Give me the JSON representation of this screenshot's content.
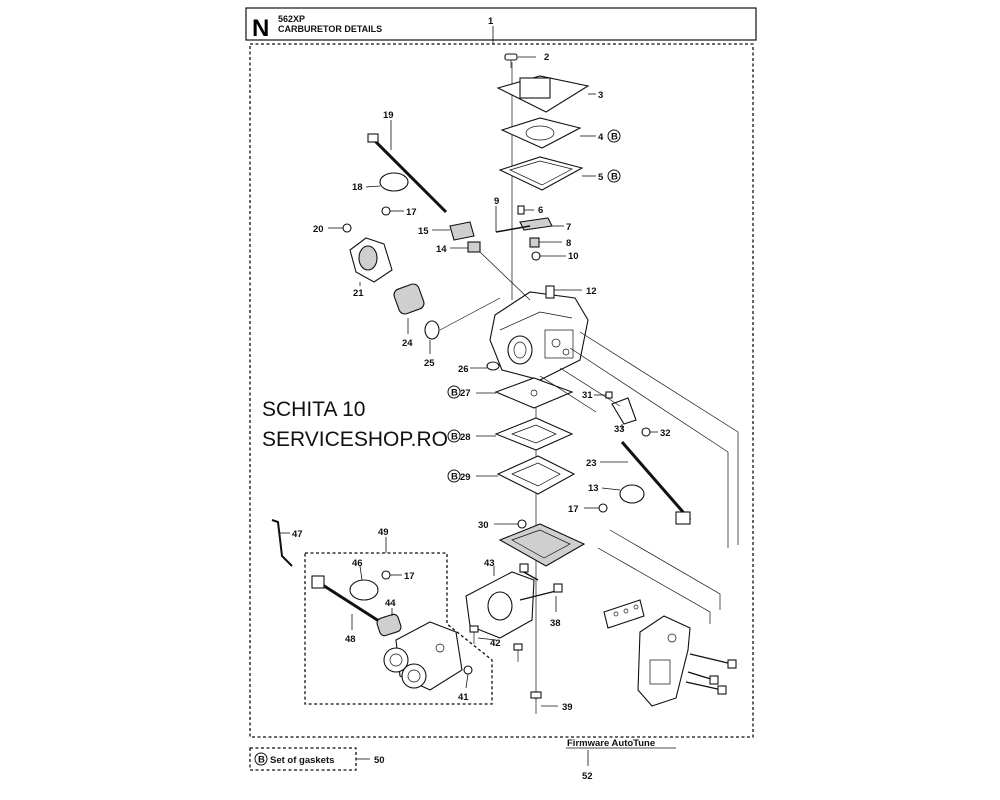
{
  "header": {
    "section_letter": "N",
    "model": "562XP",
    "title": "CARBURETOR DETAILS"
  },
  "watermark": {
    "line1": "SCHITA 10",
    "line2": "SERVICESHOP.RO"
  },
  "legend": {
    "badge": "B",
    "text": "Set of gaskets",
    "ref": "50"
  },
  "firmware": {
    "label": "Firmware AutoTune",
    "ref": "52"
  },
  "callouts": {
    "c1": "1",
    "c2": "2",
    "c3": "3",
    "c4": "4",
    "c5": "5",
    "c6": "6",
    "c7": "7",
    "c8": "8",
    "c9": "9",
    "c10": "10",
    "c12": "12",
    "c13": "13",
    "c14": "14",
    "c15": "15",
    "c17a": "17",
    "c17b": "17",
    "c17c": "17",
    "c18": "18",
    "c19": "19",
    "c20": "20",
    "c21": "21",
    "c23": "23",
    "c24": "24",
    "c25": "25",
    "c26": "26",
    "c27": "27",
    "c28": "28",
    "c29": "29",
    "c30": "30",
    "c31": "31",
    "c32": "32",
    "c33": "33",
    "c38": "38",
    "c39": "39",
    "c41": "41",
    "c42": "42",
    "c43": "43",
    "c44": "44",
    "c46": "46",
    "c47": "47",
    "c48": "48",
    "c49": "49"
  },
  "badge_letter": "B"
}
